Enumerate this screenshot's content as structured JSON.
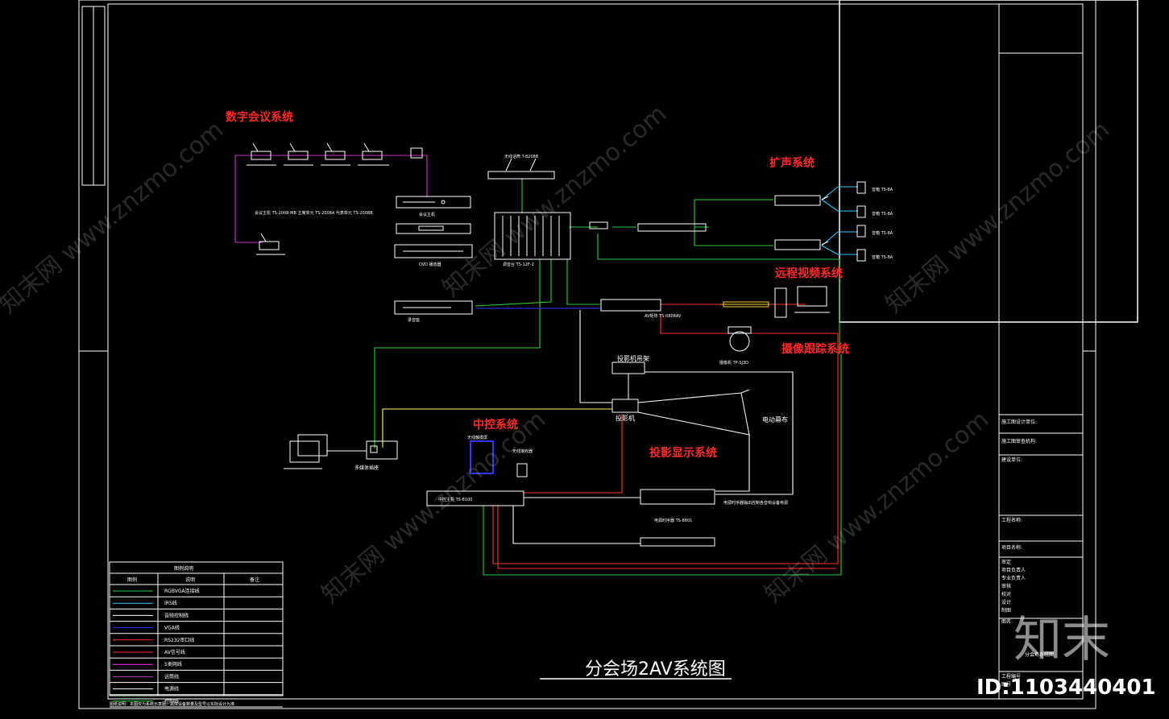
{
  "title": "分会场2AV系统图",
  "subsystems": {
    "digital_conference": "数字会议系统",
    "public_address": "扩声系统",
    "remote_video": "远程视频系统",
    "camera_tracking": "摄像跟踪系统",
    "central_control": "中控系统",
    "projection_display": "投影显示系统"
  },
  "devices": {
    "projector_hanger": "投影机吊架",
    "projector": "投影机",
    "electric_screen": "电动幕布",
    "lectern_box": "多媒体插座",
    "wireless_mic": "无线话筒 T-8208B",
    "mixer": "调音台 TS-12F-2",
    "dvd": "DVD 播放器",
    "recorder": "录音座",
    "cpu_host": "会议主机",
    "chairman_note": "会议主机 TS-2008-MB 主席单元 TS-2008A 代表单元 TS-2008B",
    "ptz_camera": "摄像机 TP-SJ3D",
    "av_matrix": "AV矩阵 TS-0808AV",
    "central_host": "中控主机 TS-8100",
    "power_seq": "电源时序器 TS-8801",
    "seq_note": "电源时序器输出控制各音响设备电源",
    "speaker_label": "音箱 TS-8A",
    "wifi_box": "无线触摸屏",
    "sensor": "无线接收器"
  },
  "legend": {
    "title": "图例说明",
    "headers": [
      "图例",
      "说明",
      "备注"
    ],
    "rows": [
      "RGBVGA连接线",
      "IRS线",
      "音频控制线",
      "VGA线",
      "RS232串口线",
      "AV信号线",
      "5类网线",
      "话筒线",
      "电源线",
      "控制线"
    ],
    "colors": [
      "#33cc33",
      "#33ccff",
      "#ffffff",
      "#3333ff",
      "#ff3333",
      "#ff3333",
      "#ff33ff",
      "#cc33cc",
      "#ffffff",
      "#33cc33"
    ]
  },
  "bottom_note": "图纸说明：本图仅为系统示意图，具体设备数量及型号以实际设计为准",
  "title_block": {
    "rows": [
      "施工图设计单位:",
      "施工图审查机构:",
      "建设单位:",
      "工程名称:",
      "项目名称:",
      "审定",
      "项目负责人",
      "专业负责人",
      "审核",
      "校对",
      "设计",
      "制图",
      "图名:",
      "工程编号",
      "图号"
    ],
    "drawing_name": "分会场系统图"
  },
  "watermark": {
    "text": "知末网 www.znzmo.com",
    "brand": "知末",
    "id": "ID:1103440401"
  }
}
